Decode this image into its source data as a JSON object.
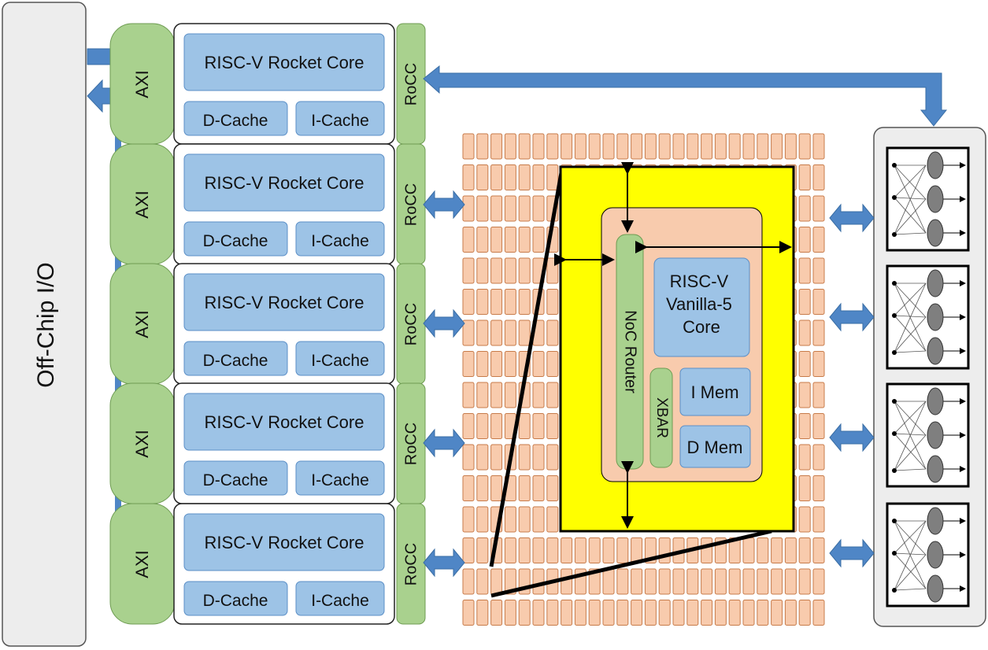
{
  "offchip": {
    "label": "Off-Chip I/O"
  },
  "rocket_tiles": {
    "axi_label": "AXI",
    "rocc_label": "RoCC",
    "core_label": "RISC-V Rocket Core",
    "dcache_label": "D-Cache",
    "icache_label": "I-Cache",
    "count": 5
  },
  "manycore": {
    "tile": {
      "router_label": "NoC Router",
      "core_label_lines": [
        "RISC-V",
        "Vanilla-5",
        "Core"
      ],
      "xbar_label": "XBAR",
      "imem_label": "I Mem",
      "dmem_label": "D Mem"
    }
  },
  "accelerators": {
    "count": 4
  },
  "colors": {
    "green": "#a9d18e",
    "green_stroke": "#6e9c52",
    "blue": "#9dc3e6",
    "blue_stroke": "#5b8fc7",
    "arrow_blue": "#4f86c6",
    "mesh_tile": "#f8cbad",
    "mesh_stroke": "#c77b4a",
    "highlight": "#ffff00",
    "offchip_bg": "#ededed"
  }
}
